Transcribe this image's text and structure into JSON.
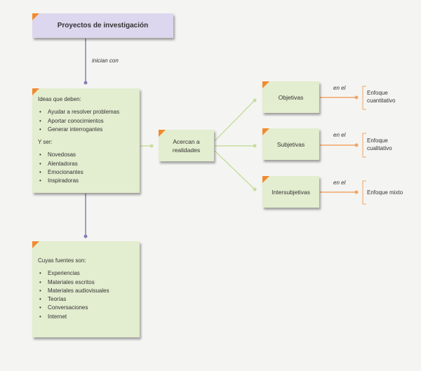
{
  "root": {
    "title": "Proyectos de investigación"
  },
  "connector_label": "inician con",
  "ideas": {
    "heading": "Ideas que deben:",
    "items": [
      "Ayudar a resolver problemas",
      "Aportar conocimientos",
      "Generar interrogantes"
    ],
    "heading2": "Y ser:",
    "items2": [
      "Novedosas",
      "Alentadoras",
      "Emocionantes",
      "Inspiradoras"
    ]
  },
  "sources": {
    "heading": "Cuyas fuentes son:",
    "items": [
      "Experiencias",
      "Materiales escritos",
      "Materiales audiovisuales",
      "Teorías",
      "Conversaciones",
      "Internet"
    ]
  },
  "center": {
    "label": "Acercan a realidades"
  },
  "branches": [
    {
      "box": "Objetivas",
      "connector": "en el",
      "result": "Enfoque cuantitativo"
    },
    {
      "box": "Subjetivas",
      "connector": "en el",
      "result": "Enfoque cualitativo"
    },
    {
      "box": "Intersubjetivas",
      "connector": "en el",
      "result": "Enfoque mixto"
    }
  ],
  "colors": {
    "purple_line": "#8a7ab8",
    "green_line": "#c6de9e",
    "orange_line": "#f2a565",
    "corner": "#f28a2c"
  }
}
